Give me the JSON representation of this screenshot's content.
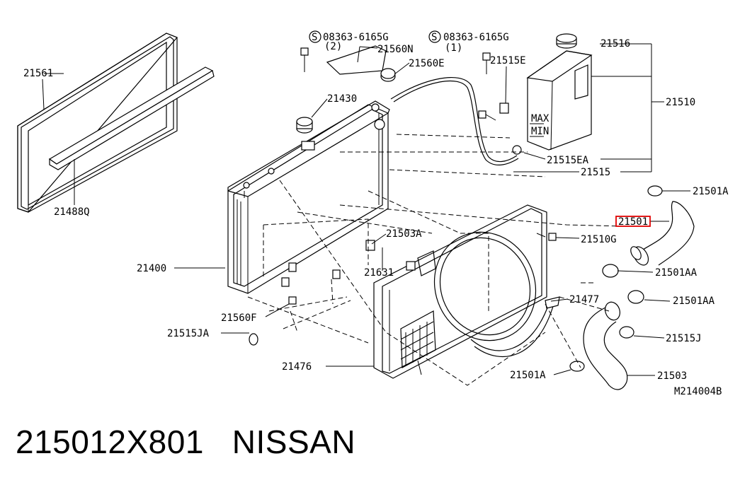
{
  "diagram_code": "M214004B",
  "caption": {
    "part_number": "215012X801",
    "brand": "NISSAN"
  },
  "highlight_color": "#e00000",
  "labels": {
    "l21561": "21561",
    "l21488q": "21488Q",
    "l08363a": "08363-6165G",
    "l08363a_qty": "(2)",
    "l08363b": "08363-6165G",
    "l08363b_qty": "(1)",
    "l21560n": "21560N",
    "l21560e": "21560E",
    "l21515e": "21515E",
    "l21516": "21516",
    "l21510": "21510",
    "l21430": "21430",
    "l21515ea": "21515EA",
    "l21515": "21515",
    "l21501a_top": "21501A",
    "l21501": "21501",
    "l21510g": "21510G",
    "l21503a": "21503A",
    "l21400": "21400",
    "l21631": "21631",
    "l21501aa_1": "21501AA",
    "l21501aa_2": "21501AA",
    "l21477": "21477",
    "l21560f": "21560F",
    "l21515ja": "21515JA",
    "l21515j": "21515J",
    "l21476": "21476",
    "l21501a_bot": "21501A",
    "l21503": "21503"
  },
  "icons": [
    "screw-symbol-icon"
  ]
}
